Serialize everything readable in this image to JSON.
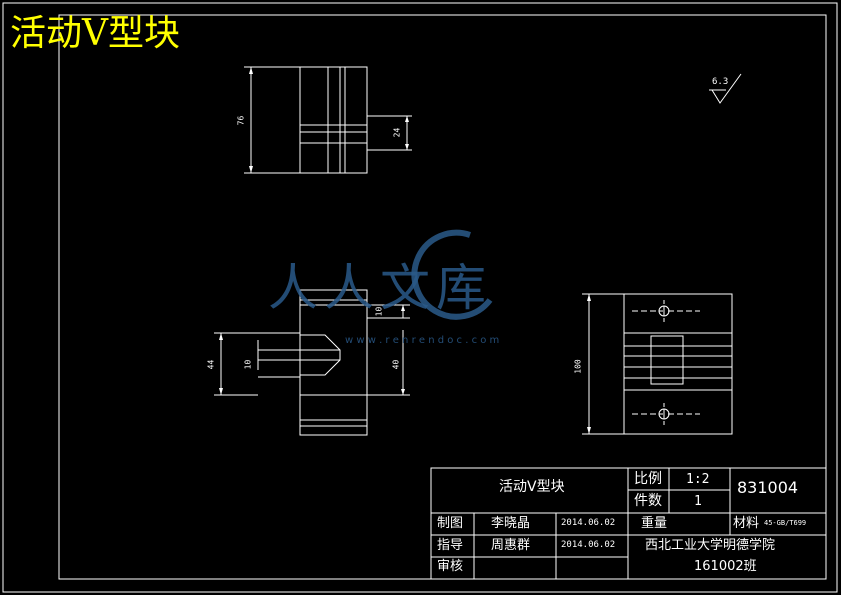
{
  "drawing": {
    "title": "活动V型块",
    "surface_finish": "6.3"
  },
  "dimensions": {
    "top_view_height": "76",
    "top_view_tab": "24",
    "front_total": "44",
    "front_slot": "10",
    "front_upper": "10",
    "front_lower": "40",
    "side_height": "100"
  },
  "watermark": {
    "main": "人人文库",
    "url": "w w w . r e n r e n d o c . c o m"
  },
  "title_block": {
    "part_name": "活动V型块",
    "scale_label": "比例",
    "scale_value": "1:2",
    "qty_label": "件数",
    "qty_value": "1",
    "drawing_no": "831004",
    "drawn_label": "制图",
    "drawn_name": "李晓晶",
    "drawn_date": "2014.06.02",
    "weight_label": "重量",
    "material_label": "材料",
    "material_value": "45-GB/T699",
    "guide_label": "指导",
    "guide_name": "周惠群",
    "guide_date": "2014.06.02",
    "school": "西北工业大学明德学院",
    "class": "161002班",
    "review_label": "审核"
  },
  "colors": {
    "background": "#000000",
    "lines": "#ffffff",
    "title": "#ffff00",
    "watermark": "#2a5a8a"
  }
}
